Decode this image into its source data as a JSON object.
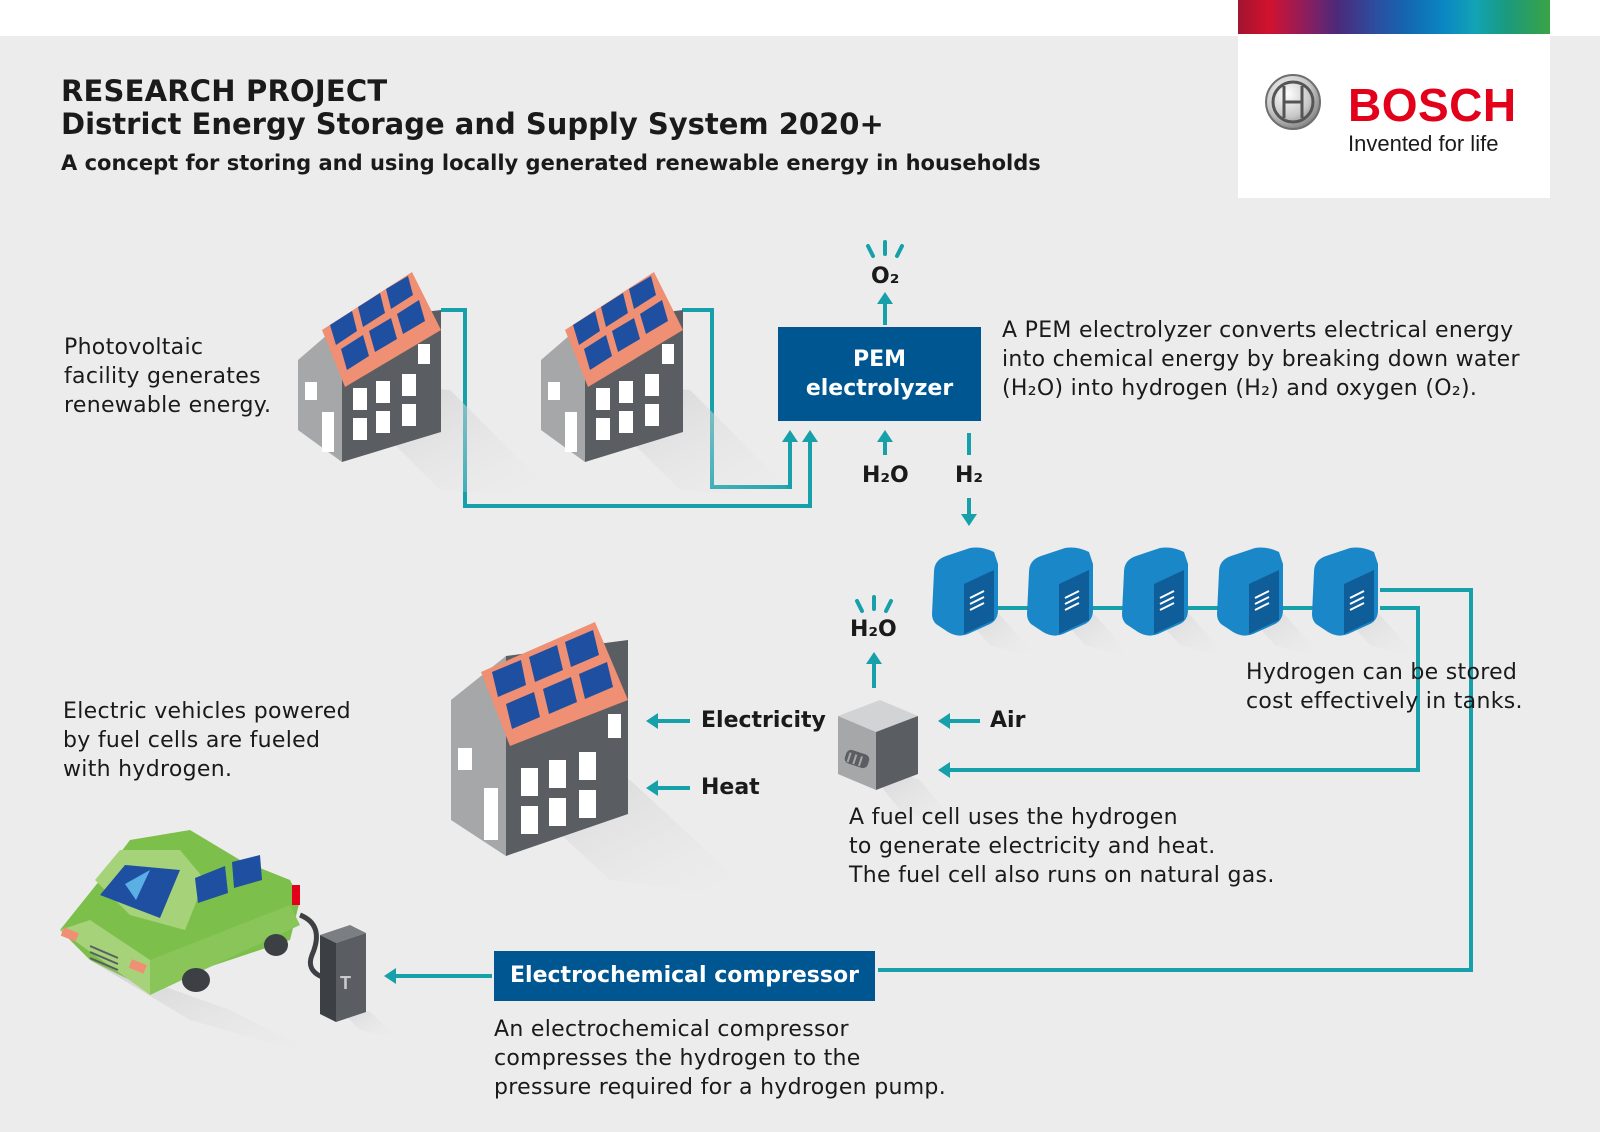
{
  "header": {
    "title_line1": "RESEARCH PROJECT",
    "title_line2": "District Energy Storage and Supply System 2020+",
    "subtitle": "A concept for storing and using locally generated renewable energy in households"
  },
  "logo": {
    "brand": "BOSCH",
    "tagline": "Invented for life"
  },
  "photovoltaic": {
    "text": [
      "Photovoltaic",
      "facility generates",
      "renewable energy."
    ]
  },
  "electrolyzer": {
    "label": [
      "PEM",
      "electrolyzer"
    ],
    "o2_label": "O₂",
    "h2o_label": "H₂O",
    "h2_label": "H₂",
    "description": [
      "A PEM electrolyzer converts electrical energy",
      "into chemical energy by breaking down water",
      "(H₂O) into hydrogen (H₂) and oxygen (O₂)."
    ]
  },
  "storage": {
    "text": [
      "Hydrogen can be stored",
      "cost effectively in tanks."
    ],
    "tank_count": 5
  },
  "fuel_cell": {
    "h2o_label": "H₂O",
    "air_label": "Air",
    "electricity_label": "Electricity",
    "heat_label": "Heat",
    "description": [
      "A fuel cell uses the hydrogen",
      "to generate electricity and heat.",
      "The fuel cell also runs on natural gas."
    ]
  },
  "vehicles": {
    "text": [
      "Electric vehicles powered",
      "by fuel cells are fueled",
      "with hydrogen."
    ],
    "pump_letter": "T"
  },
  "compressor": {
    "label": "Electrochemical compressor",
    "description": [
      "An electrochemical compressor",
      "compresses the hydrogen to the",
      "pressure required for a hydrogen pump."
    ]
  },
  "colors": {
    "bosch_red": "#e2001a",
    "box_blue": "#005691",
    "line_teal": "#15a0aa",
    "panel_blue": "#1f4fa0",
    "roof_salmon": "#ef8f73",
    "tank_blue": "#1a87c8",
    "car_green": "#a6d37a",
    "background": "#ececed"
  }
}
